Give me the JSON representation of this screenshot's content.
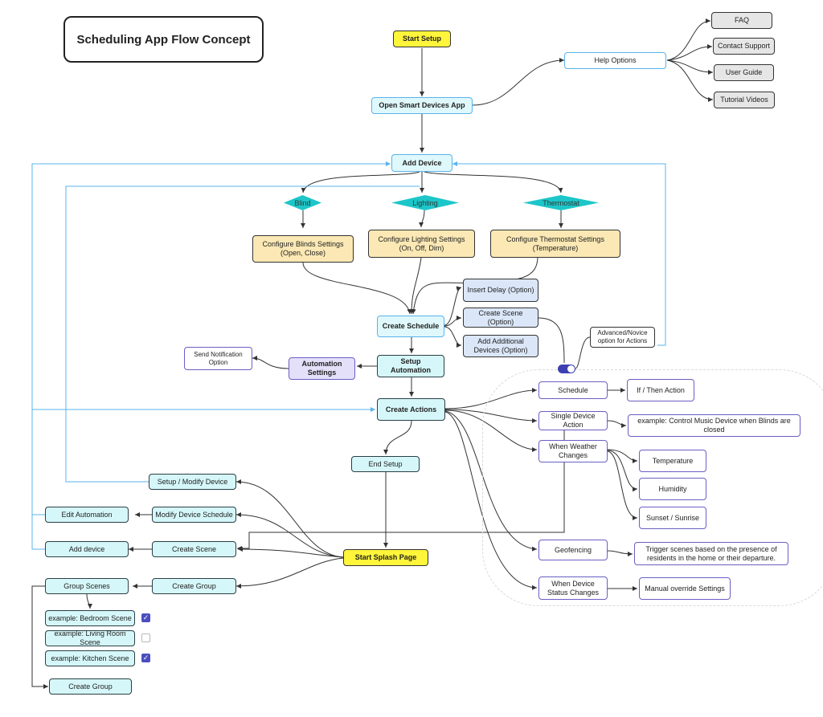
{
  "title": "Scheduling App Flow Concept",
  "start_setup": "Start Setup",
  "open_app": "Open Smart Devices App",
  "help": {
    "label": "Help Options",
    "faq": "FAQ",
    "contact": "Contact Support",
    "guide": "User Guide",
    "tutorials": "Tutorial Videos"
  },
  "add_device": "Add Device",
  "decisions": {
    "blind": "Blind",
    "lighting": "Lighting",
    "thermostat": "Thermostat"
  },
  "configure": {
    "blinds": "Configure Blinds Settings (Open, Close)",
    "lighting": "Configure Lighting Settings (On, Off, Dim)",
    "thermostat": "Configure Thermostat Settings (Temperature)"
  },
  "options": {
    "delay": "Insert Delay (Option)",
    "scene": "Create Scene (Option)",
    "additional": "Add Additional Devices (Option)"
  },
  "advanced": "Advanced/Novice option for Actions",
  "create_schedule": "Create Schedule",
  "setup_automation": "Setup Automation",
  "automation_settings": "Automation Settings",
  "send_notification": "Send Notification Option",
  "create_actions": "Create Actions",
  "end_setup": "End Setup",
  "start_splash": "Start Splash Page",
  "actions": {
    "schedule": "Schedule",
    "if_then": "If / Then Action",
    "single_device": "Single Device Action",
    "single_example": "example: Control Music Device when Blinds are closed",
    "weather": "When Weather Changes",
    "temperature": "Temperature",
    "humidity": "Humidity",
    "sunset": "Sunset / Sunrise",
    "geofencing": "Geofencing",
    "geo_desc": "Trigger scenes based on the presence of residents in the home or their departure.",
    "device_status": "When Device Status Changes",
    "manual": "Manual override Settings"
  },
  "splash_menu": {
    "setup_modify": "Setup / Modify Device",
    "modify_schedule": "Modify Device Schedule",
    "edit_automation": "Edit Automation",
    "create_scene": "Create Scene",
    "add_device": "Add device",
    "create_group": "Create Group",
    "group_scenes": "Group Scenes"
  },
  "scenes": [
    {
      "label": "example: Bedroom Scene",
      "checked": true
    },
    {
      "label": "example: Living Room Scene",
      "checked": false
    },
    {
      "label": "example: Kitchen Scene",
      "checked": true
    }
  ],
  "group_create": "Create Group",
  "colors": {
    "cyan": "#d6f7f9",
    "yellow": "#fff53a",
    "beige": "#fbe8b4",
    "light_blue": "#dbe7f8",
    "purple": "#e4e0fa",
    "teal_decision": "#1cc6c9",
    "loop_line": "#5ab3ec",
    "toggle": "#3d3fb2"
  }
}
